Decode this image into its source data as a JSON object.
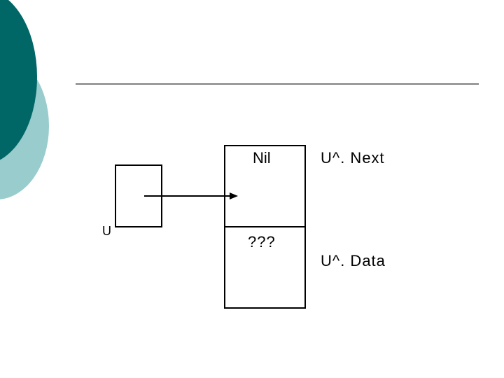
{
  "theme": {
    "dark_teal": "#006666",
    "light_teal": "#99cccc",
    "line_color": "#000000"
  },
  "diagram": {
    "pointer_variable": "U",
    "node": {
      "top_cell_value": "Nil",
      "bottom_cell_value": "???"
    },
    "field_labels": {
      "next": "U^. Next",
      "data": "U^. Data"
    }
  }
}
